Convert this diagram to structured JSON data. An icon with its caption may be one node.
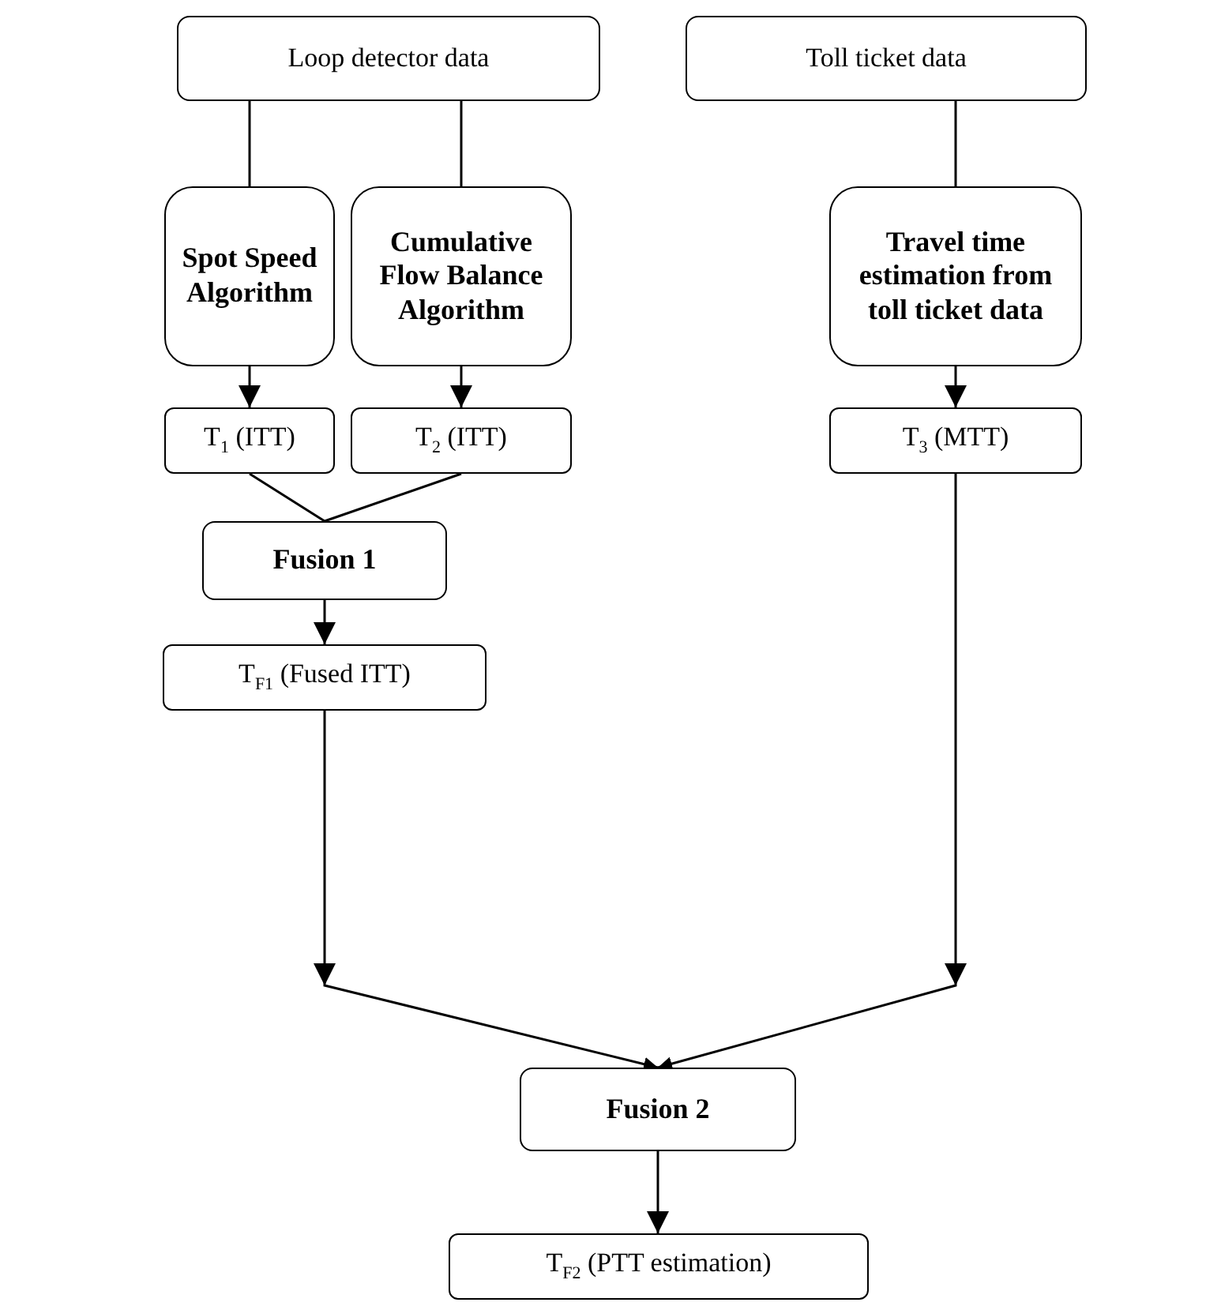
{
  "diagram": {
    "nodes": [
      {
        "text": [
          "Loop detector data"
        ]
      },
      {
        "text": [
          "Toll ticket data"
        ]
      },
      {
        "text": [
          "Spot Speed Algorithm"
        ]
      },
      {
        "text": [
          "Cumulative Flow Balance Algorithm"
        ]
      },
      {
        "text": [
          "Travel time estimation from toll ticket data"
        ]
      },
      {
        "text": [
          "T$_{1}$ (ITT)"
        ]
      },
      {
        "text": [
          "T$_{2}$ (ITT)"
        ]
      },
      {
        "text": [
          "T$_{3}$ (MTT)"
        ]
      },
      {
        "text": [
          "Fusion 1"
        ]
      },
      {
        "text": [
          "T$_{F1}$ (Fused ITT)"
        ]
      },
      {
        "text": [
          "Fusion 2"
        ]
      },
      {
        "text": [
          "T$_{F2}$ (PTT estimation)"
        ]
      }
    ],
    "edges": [
      {
        "from": 0,
        "to": 2,
        "arrow": "none"
      },
      {
        "from": 0,
        "to": 3,
        "arrow": "none"
      },
      {
        "from": 1,
        "to": 4,
        "arrow": "none"
      },
      {
        "from": 2,
        "to": 5,
        "arrow": "to"
      },
      {
        "from": 3,
        "to": 6,
        "arrow": "to"
      },
      {
        "from": 4,
        "to": 7,
        "arrow": "to"
      },
      {
        "from": 5,
        "to": 8,
        "arrow": "none"
      },
      {
        "from": 6,
        "to": 8,
        "arrow": "none"
      },
      {
        "from": 8,
        "to": 9,
        "arrow": "to"
      },
      {
        "from": 9,
        "to": 10,
        "arrow": "to"
      },
      {
        "from": 7,
        "to": 10,
        "arrow": "to"
      },
      {
        "from": 10,
        "to": 11,
        "arrow": "to"
      }
    ]
  }
}
